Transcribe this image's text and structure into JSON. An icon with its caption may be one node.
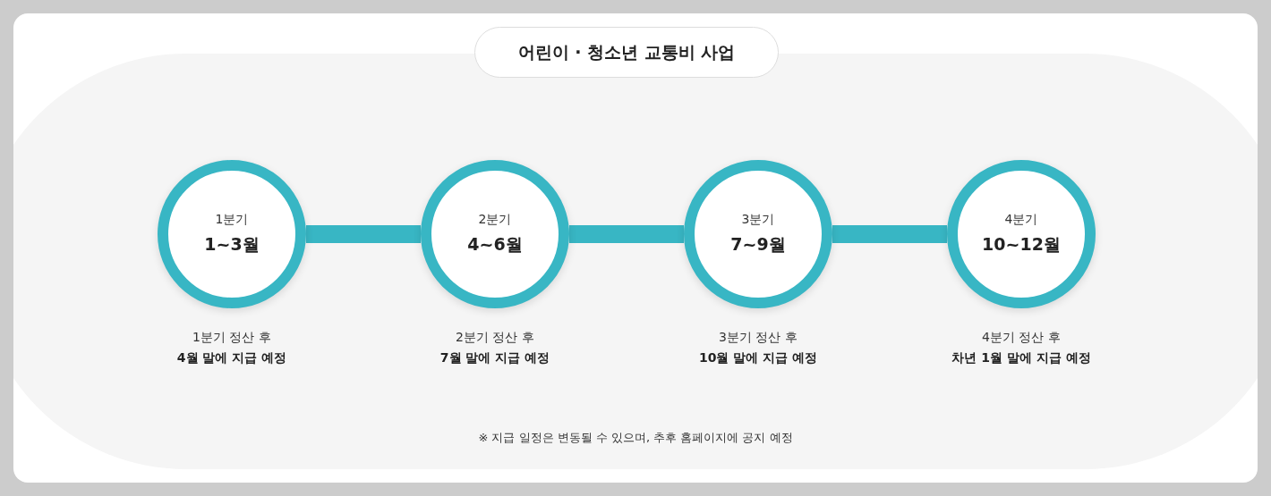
{
  "diagram": {
    "title": "어린이 · 청소년 교통비 사업",
    "nodes": [
      {
        "text": [
          "1분기",
          "1~3월"
        ],
        "beside": [
          "1분기 정산 후",
          "4월 말에 지급 예정"
        ]
      },
      {
        "text": [
          "2분기",
          "4~6월"
        ],
        "beside": [
          "2분기 정산 후",
          "7월 말에 지급 예정"
        ]
      },
      {
        "text": [
          "3분기",
          "7~9월"
        ],
        "beside": [
          "3분기 정산 후",
          "10월 말에 지급 예정"
        ]
      },
      {
        "text": [
          "4분기",
          "10~12월"
        ],
        "beside": [
          "4분기 정산 후",
          "차년 1월 말에 지급 예정"
        ]
      }
    ],
    "edges": [
      {
        "from": 0,
        "to": 1,
        "arrow": "none"
      },
      {
        "from": 1,
        "to": 2,
        "arrow": "none"
      },
      {
        "from": 2,
        "to": 3,
        "arrow": "none"
      }
    ],
    "labels": [
      "※ 지급 일정은 변동될 수 있으며, 추후 홈페이지에 공지 예정"
    ]
  }
}
